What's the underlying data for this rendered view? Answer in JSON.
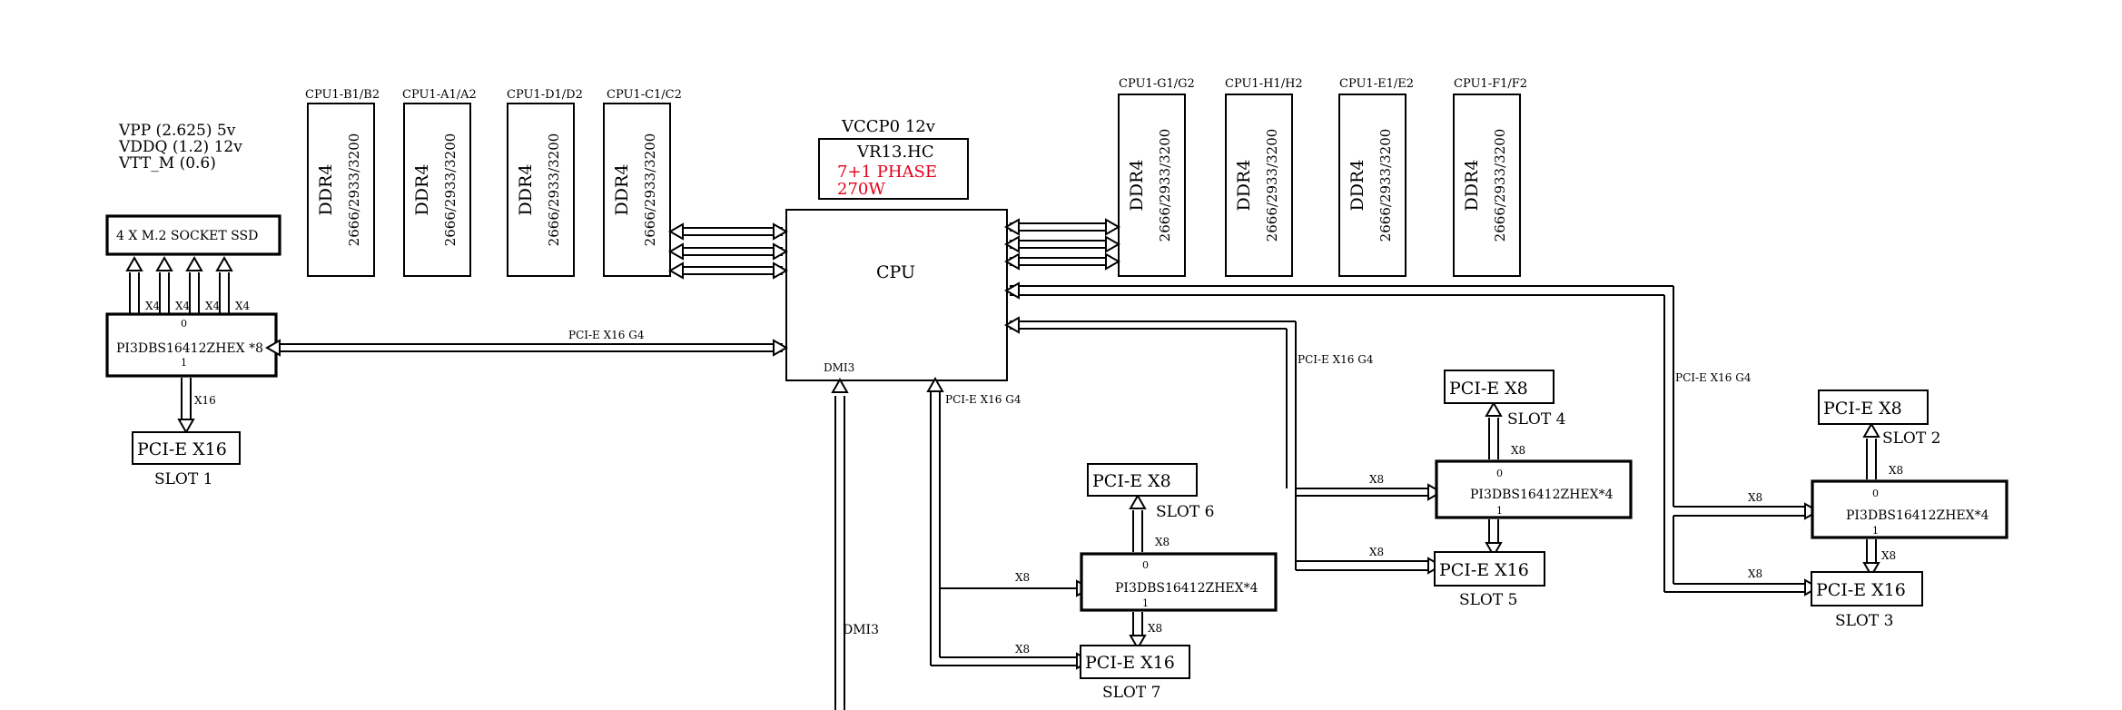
{
  "power": {
    "vpp": "VPP (2.625) 5v",
    "vddq": "VDDQ (1.2) 12v",
    "vtt": "VTT_M (0.6)"
  },
  "vrm": {
    "rail": "VCCP0  12v",
    "name": "VR13.HC",
    "phase": "7+1 PHASE",
    "power": "270W",
    "accent_color": "#e3001b"
  },
  "cpu": {
    "label": "CPU",
    "dmi_port": "DMI3"
  },
  "memory": [
    {
      "slot": "CPU1-B1/B2",
      "type": "DDR4",
      "speed": "2666/2933/3200"
    },
    {
      "slot": "CPU1-A1/A2",
      "type": "DDR4",
      "speed": "2666/2933/3200"
    },
    {
      "slot": "CPU1-D1/D2",
      "type": "DDR4",
      "speed": "2666/2933/3200"
    },
    {
      "slot": "CPU1-C1/C2",
      "type": "DDR4",
      "speed": "2666/2933/3200"
    },
    {
      "slot": "CPU1-G1/G2",
      "type": "DDR4",
      "speed": "2666/2933/3200"
    },
    {
      "slot": "CPU1-H1/H2",
      "type": "DDR4",
      "speed": "2666/2933/3200"
    },
    {
      "slot": "CPU1-E1/E2",
      "type": "DDR4",
      "speed": "2666/2933/3200"
    },
    {
      "slot": "CPU1-F1/F2",
      "type": "DDR4",
      "speed": "2666/2933/3200"
    }
  ],
  "m2": {
    "label": "4 X M.2 SOCKET SSD",
    "lane_label": "X4"
  },
  "switch_x8": {
    "label": "PI3DBS16412ZHEX *8",
    "port0": "0",
    "port1": "1",
    "uplink": "PCI-E X16 G4",
    "downlink": "X16"
  },
  "switch_a": {
    "label": "PI3DBS16412ZHEX*4",
    "port0": "0",
    "port1": "1",
    "uplink": "PCI-E X16 G4",
    "lane": "X8"
  },
  "switch_b": {
    "label": "PI3DBS16412ZHEX*4",
    "port0": "0",
    "port1": "1",
    "uplink": "PCI-E X16 G4",
    "lane": "X8"
  },
  "switch_c": {
    "label": "PI3DBS16412ZHEX*4",
    "port0": "0",
    "port1": "1",
    "uplink": "PCI-E X16 G4",
    "lane": "X8"
  },
  "slots": {
    "slot1": {
      "type": "PCI-E X16",
      "name": "SLOT 1"
    },
    "slot2": {
      "type": "PCI-E X8",
      "name": "SLOT 2"
    },
    "slot3": {
      "type": "PCI-E X16",
      "name": "SLOT 3"
    },
    "slot4": {
      "type": "PCI-E X8",
      "name": "SLOT 4"
    },
    "slot5": {
      "type": "PCI-E X16",
      "name": "SLOT 5"
    },
    "slot6": {
      "type": "PCI-E X8",
      "name": "SLOT 6"
    },
    "slot7": {
      "type": "PCI-E X16",
      "name": "SLOT 7"
    }
  },
  "dmi_link": "DMI3"
}
